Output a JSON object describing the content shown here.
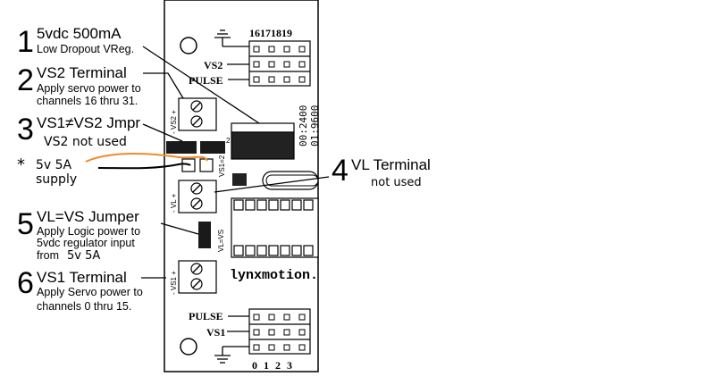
{
  "callouts": [
    {
      "number": "1",
      "title": "5vdc 500mA",
      "desc": [
        "Low Dropout VReg."
      ]
    },
    {
      "number": "2",
      "title": "VS2 Terminal",
      "desc": [
        "Apply servo power to",
        "channels 16 thru 31."
      ]
    },
    {
      "number": "3",
      "title": "VS1≠VS2 Jmpr",
      "desc": []
    },
    {
      "number": "4",
      "title": "VL Terminal",
      "desc": []
    },
    {
      "number": "5",
      "title": "VL=VS Jumper",
      "desc": [
        "Apply Logic power to",
        "5vdc regulator input",
        "from"
      ]
    },
    {
      "number": "6",
      "title": "VS1 Terminal",
      "desc": [
        "Apply Servo power to",
        "channels 0 thru 15."
      ]
    }
  ],
  "handwritten": {
    "vs2_not_used": "VS2 not used",
    "star": "*",
    "supply_line1": "5v 5A",
    "supply_line2": "supply",
    "vl_not_used": "not used",
    "from_value": "5v 5A"
  },
  "board": {
    "top_header_numbers": "16171819",
    "bottom_header_numbers": "0 1 2 3",
    "vs2_label": "VS2",
    "vs1_label": "VS1",
    "pulse_label": "PULSE",
    "baud_line1": "00:2400",
    "baud_line2": "01:9600",
    "logo": "lynxmotion.",
    "vs2_terminal_label": "- VS2 +",
    "vs1eq2_label": "VS1=2",
    "vl_terminal_label": "- VL +",
    "vleqvs_label": "VL=VS",
    "vs1_terminal_label": "- VS1 +"
  },
  "colors": {
    "wire": "#f08a2c",
    "board_bg": "#ffffff",
    "jumper": "#1a1a1a"
  }
}
